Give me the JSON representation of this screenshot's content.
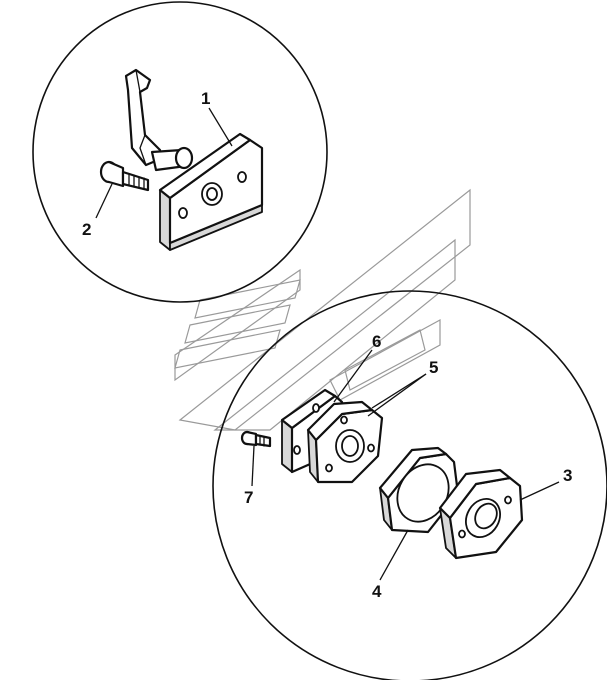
{
  "callouts": {
    "part_1": "1",
    "part_2": "2",
    "part_3": "3",
    "part_4": "4",
    "part_5": "5",
    "part_6": "6",
    "part_7": "7"
  },
  "colors": {
    "line": "#111111",
    "watermark": "#9a9a9a",
    "background": "#ffffff"
  }
}
